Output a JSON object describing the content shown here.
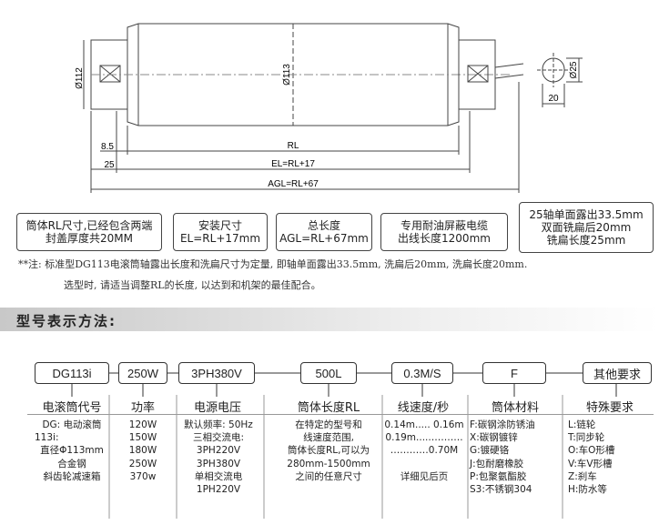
{
  "drawing": {
    "dia_end": "Ø112",
    "dia_body": "Ø113",
    "dia_shaft": "Ø25",
    "flat_width": "20",
    "dim_85": "8.5",
    "dim_25": "25",
    "rl": "RL",
    "el": "EL=RL+17",
    "agl": "AGL=RL+67"
  },
  "callouts": [
    {
      "lines": [
        "筒体RL尺寸,已经包含两端",
        "封盖厚度共20MM"
      ]
    },
    {
      "lines": [
        "安装尺寸",
        "EL=RL+17mm"
      ]
    },
    {
      "lines": [
        "总长度",
        "AGL=RL+67mm"
      ]
    },
    {
      "lines": [
        "专用耐油屏蔽电缆",
        "出线长度1200mm"
      ]
    },
    {
      "lines": [
        "25轴单面露出33.5mm",
        "双面铣扁后20mm",
        "铣扁长度25mm"
      ]
    }
  ],
  "notes": [
    "**注: 标准型DG113电滚筒轴露出长度和洗扁尺寸为定量, 即轴单面露出33.5mm, 洗扁后20mm, 洗扁长度20mm.",
    "选型时, 请适当调整RL的长度, 以达到和机架的最佳配合。"
  ],
  "section_title": "型号表示方法:",
  "model_codes": [
    "DG113i",
    "250W",
    "3PH380V",
    "500L",
    "0.3M/S",
    "F",
    "其他要求"
  ],
  "columns": [
    {
      "title": "电滚筒代号",
      "lines": [
        "DG: 电动滚筒",
        "113i:",
        "直径Φ113mm",
        "合金钢",
        "斜齿轮减速箱"
      ]
    },
    {
      "title": "功率",
      "lines": [
        "120W",
        "150W",
        "180W",
        "250W",
        "370w"
      ]
    },
    {
      "title": "电源电压",
      "lines": [
        "默认频率: 50Hz",
        "三相交流电:",
        "3PH220V",
        "3PH380V",
        "单相交流电",
        "1PH220V"
      ]
    },
    {
      "title": "筒体长度RL",
      "lines": [
        "在特定的型号和",
        "线速度范围,",
        "筒体长度RL,可以为",
        "280mm-1500mm",
        "之间的任意尺寸"
      ]
    },
    {
      "title": "线速度/秒",
      "lines": [
        "0.14m..... 0.16m",
        "0.19m.....……….",
        "…………0.70M",
        "",
        "详细见后页"
      ]
    },
    {
      "title": "筒体材料",
      "lines": [
        "F:碳钢涂防锈油",
        "X:碳钢镀锌",
        "G:镀硬铬",
        "J:包耐磨橡胶",
        "P:包聚氨酯胶",
        "S3:不锈钢304"
      ]
    },
    {
      "title": "特殊要求",
      "lines": [
        "L:链轮",
        "T:同步轮",
        "O:车O形槽",
        "V:车V形槽",
        "Z:刹车",
        "H:防水等"
      ]
    }
  ]
}
